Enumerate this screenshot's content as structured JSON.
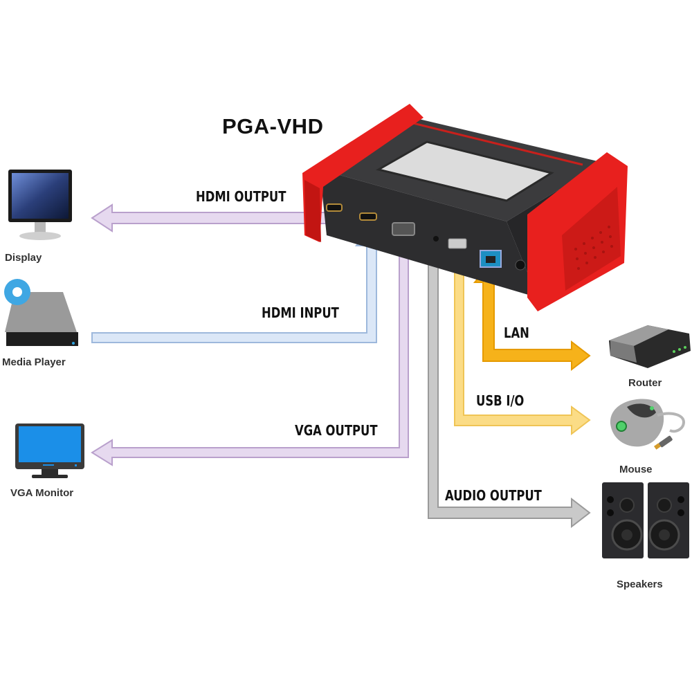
{
  "diagram": {
    "title": "PGA-VHD",
    "central_device": {
      "name_ref": "PGA-VHD",
      "icon": "pga-vhd-device-icon",
      "body_color": "#3a3a3c",
      "bumper_color": "#e8201e",
      "screen_color": "#d9d9d9"
    },
    "connections": [
      {
        "id": "hdmi-output",
        "label": "HDMI OUTPUT",
        "direction": "out",
        "target": "display",
        "fill": "#e6d9ef",
        "stroke": "#b9a0cc"
      },
      {
        "id": "hdmi-input",
        "label": "HDMI INPUT",
        "direction": "in",
        "target": "media-player",
        "fill": "#dbe7f7",
        "stroke": "#9db8dc"
      },
      {
        "id": "vga-output",
        "label": "VGA OUTPUT",
        "direction": "out",
        "target": "vga-monitor",
        "fill": "#e6d9ef",
        "stroke": "#b9a0cc"
      },
      {
        "id": "lan",
        "label": "LAN",
        "direction": "bidirectional",
        "target": "router",
        "fill": "#f6b21a",
        "stroke": "#e59a00"
      },
      {
        "id": "usb-io",
        "label": "USB I/O",
        "direction": "out",
        "target": "mouse",
        "fill": "#fbdc86",
        "stroke": "#efc455"
      },
      {
        "id": "audio-output",
        "label": "AUDIO OUTPUT",
        "direction": "out",
        "target": "speakers",
        "fill": "#c9c9c9",
        "stroke": "#9a9a9a"
      }
    ],
    "devices": [
      {
        "id": "display",
        "label": "Display",
        "icon": "display-monitor-icon"
      },
      {
        "id": "media-player",
        "label": "Media Player",
        "icon": "media-player-icon"
      },
      {
        "id": "vga-monitor",
        "label": "VGA Monitor",
        "icon": "vga-monitor-icon"
      },
      {
        "id": "router",
        "label": "Router",
        "icon": "router-icon"
      },
      {
        "id": "mouse",
        "label": "Mouse",
        "icon": "mouse-icon"
      },
      {
        "id": "speakers",
        "label": "Speakers",
        "icon": "speakers-icon"
      }
    ]
  }
}
